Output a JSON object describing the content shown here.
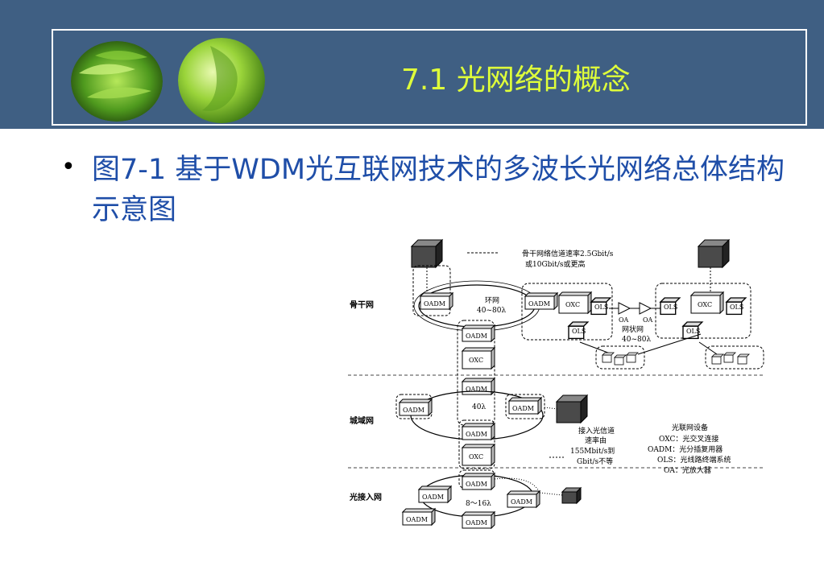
{
  "slide": {
    "title": "7.1 光网络的概念",
    "bullet": "图7-1 基于WDM光互联网技术的多波长光网络总体结构示意图"
  },
  "colors": {
    "header_bg": "#3f5f83",
    "title_color": "#dfff3a",
    "bullet_text": "#1f4ea8"
  },
  "diagram": {
    "layers": {
      "backbone": "骨干网",
      "metro": "城域网",
      "access": "光接入网"
    },
    "legend_top": {
      "line1": "骨干网络信道速率2.5Gbit/s",
      "line2": "或10Gbit/s或更高"
    },
    "ring_backbone": {
      "line1": "环网",
      "line2": "40~80λ"
    },
    "mesh": {
      "line1": "网状网",
      "line2": "40~80λ"
    },
    "ring_metro": "40λ",
    "ring_access": "8～16λ",
    "access_note": {
      "line1": "接入光信道",
      "line2": "速率由",
      "line3": "155Mbit/s到",
      "line4": "Gbit/s不等"
    },
    "equipment": {
      "title": "光联网设备",
      "oxc": "OXC：光交叉连接",
      "oadm": "OADM：光分插复用器",
      "ols": "OLS：光线路终端系统",
      "oa": "OA：光放大器"
    },
    "labels": {
      "oadm": "OADM",
      "oxc": "OXC",
      "ols": "OLS",
      "oa": "OA"
    }
  }
}
